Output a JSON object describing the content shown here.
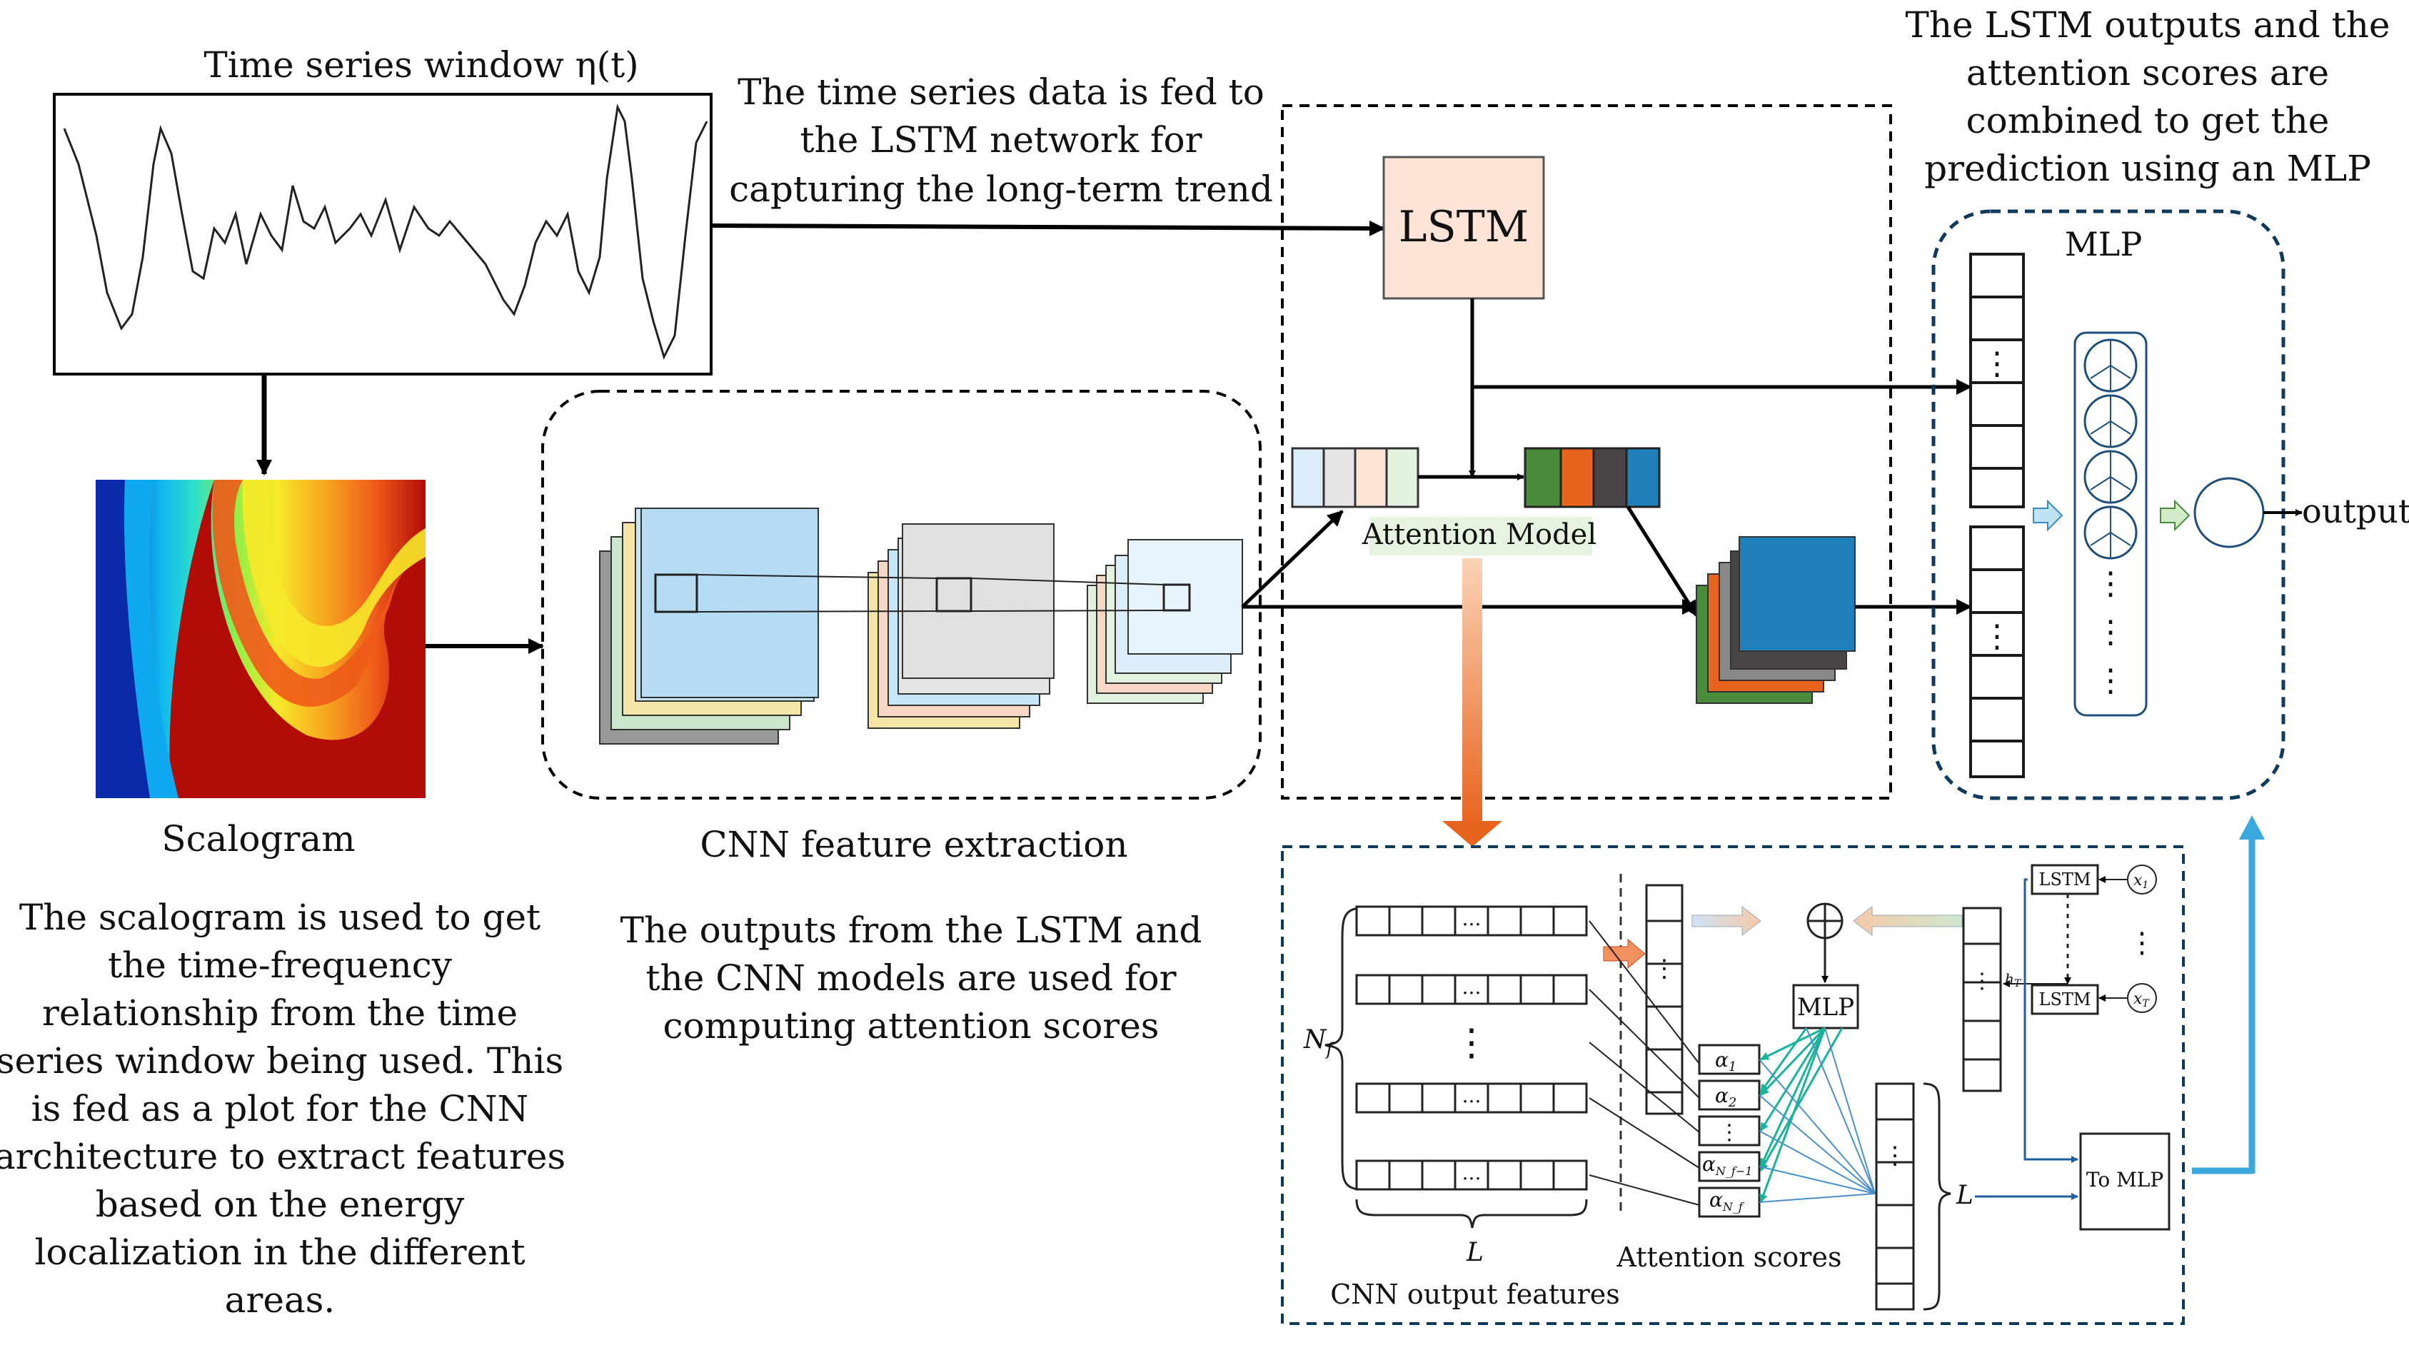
{
  "texts": {
    "time_series_title": "Time series window η(t)",
    "lstm_fed_note": [
      "The time series data is fed to",
      "the LSTM network for",
      "capturing the long-term  trend"
    ],
    "combined_note": [
      "The LSTM outputs and the",
      "attention scores are",
      "combined to get the",
      "prediction using an MLP"
    ],
    "lstm_label": "LSTM",
    "mlp_label": "MLP",
    "output_label": "output",
    "attention_model_label": "Attention  Model",
    "scalogram_label": "Scalogram",
    "cnn_feature_extraction_label": "CNN feature extraction",
    "cnn_outputs_note": [
      "The outputs from the LSTM and",
      "the CNN models are used for",
      "computing attention scores"
    ],
    "scalogram_note": [
      "The scalogram  is used to get",
      "the time-frequency",
      "relationship from the time",
      "series window being used. This",
      "is fed as a plot for the CNN",
      "architecture to extract features",
      "based on the energy",
      "localization in the different",
      "areas."
    ],
    "detail": {
      "nf_label": "N",
      "nf_sub": "f",
      "l_label": "L",
      "l_right_label": "L",
      "cnn_output_features": "CNN output features",
      "attention_scores": "Attention scores",
      "mlp": "MLP",
      "lstm_small": "LSTM",
      "x1": "x",
      "x1_sub": "1",
      "xt": "x",
      "xt_sub": "T",
      "ht": "h",
      "ht_sub": "T",
      "to_mlp": "To MLP",
      "alpha": "α",
      "alpha_subs": [
        "1",
        "2",
        "",
        "N_f−1",
        "N_f"
      ],
      "ellipsis": "...",
      "vdots": "⋮"
    }
  },
  "colors": {
    "lstm_fill": "#fde4d6",
    "attention_label_bg": "#e6f3e0",
    "blue_arrow": "#3aa8dc",
    "orange_arrow": "#e8641e",
    "feature_map_colors": [
      "#c7e6f7",
      "#f5e6a8",
      "#cce6cc",
      "#999999"
    ],
    "attention_vector_colors": [
      "#dceefa",
      "#e6e6e6",
      "#fde4d6",
      "#e3f2df"
    ],
    "attention_output_colors": [
      "#4a8c3c",
      "#e8641e",
      "#4a4444",
      "#1f7fb8"
    ],
    "teal_lines": "#19b39b",
    "blue_lines": "#4a90c8"
  }
}
